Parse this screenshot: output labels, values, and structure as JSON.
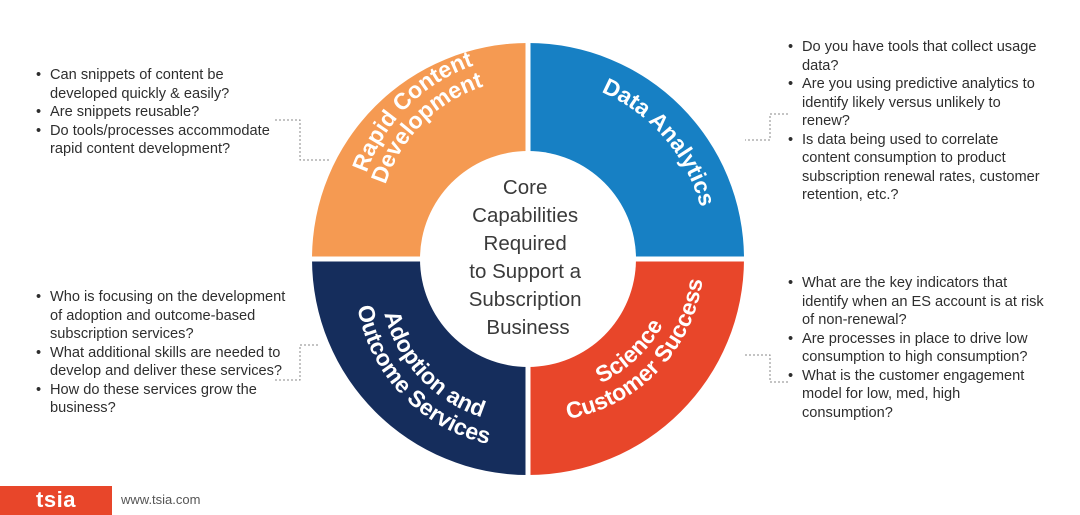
{
  "colors": {
    "rapid_content": "#f59a52",
    "data_analytics": "#1780c4",
    "customer_success": "#e8462a",
    "adoption": "#152d5c",
    "center_text": "#3a3a3a"
  },
  "center": {
    "lines": [
      "Core",
      "Capabilities",
      "Required",
      "to Support a",
      "Subscription",
      "Business"
    ]
  },
  "segments": {
    "top_left": {
      "lines": [
        "Rapid Content",
        "Development"
      ]
    },
    "top_right": {
      "lines": [
        "Data Analytics"
      ]
    },
    "bottom_right": {
      "lines": [
        "Customer Success",
        "Science"
      ]
    },
    "bottom_left": {
      "lines": [
        "Adoption and",
        "Outcome Services"
      ]
    }
  },
  "questions": {
    "top_left": [
      "Can snippets of content be developed quickly & easily?",
      "Are snippets reusable?",
      "Do tools/processes accommodate rapid content development?"
    ],
    "top_right": [
      "Do you have tools that collect usage data?",
      "Are you using predictive analytics to identify likely versus unlikely to renew?",
      "Is data being used to correlate content consumption to product subscription renewal rates, customer retention, etc.?"
    ],
    "bottom_left": [
      "Who is focusing on the development of adoption and outcome-based subscription services?",
      "What additional skills are needed to develop and deliver these services?",
      "How do these services grow the business?"
    ],
    "bottom_right": [
      "What are the key indicators that identify when an ES account is at risk of non-renewal?",
      "Are processes in place to drive low consumption to high consumption?",
      "What is the customer engagement model for low, med, high consumption?"
    ]
  },
  "footer": {
    "logo_text": "tsia",
    "url": "www.tsia.com"
  }
}
